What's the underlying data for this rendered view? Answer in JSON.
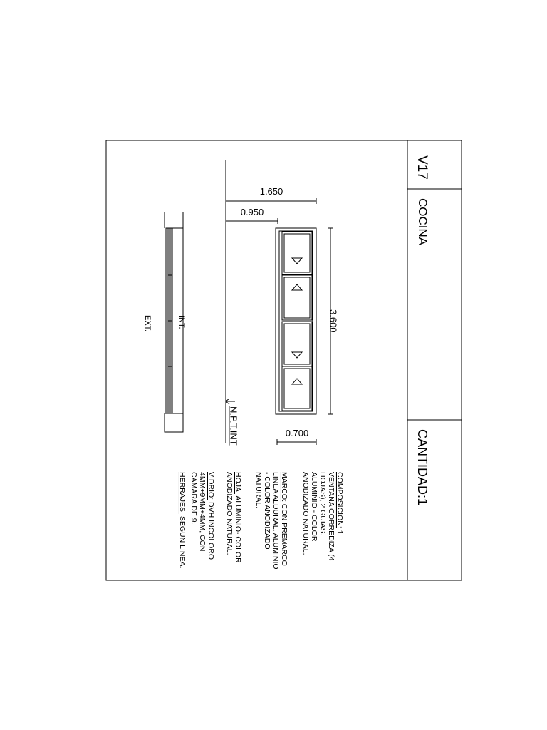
{
  "title_block": {
    "code": "V17",
    "room": "COCINA",
    "quantity": "CANTIDAD:1"
  },
  "section": {
    "interior_label": "INT.",
    "exterior_label": "EXT."
  },
  "elevation": {
    "dim_total_width": "1.650",
    "dim_sill_height": "0.950",
    "dim_length": "3.600",
    "dim_depth": "0.700",
    "floor_level_label": "N.P.T.INT"
  },
  "specs": {
    "composicion": {
      "label": "COMPOSICION:",
      "lines": [
        " 1",
        "VENTANA CORREDIZA (4",
        "HOJAS), 2 GUIAS.",
        "ALUMINIO - COLOR",
        "ANODIZADO NATURAL."
      ]
    },
    "marco": {
      "label": "MARCO:",
      "lines": [
        " CON PREMARCO",
        "LINEA ALDURAL. ALUMINIO",
        "- COLOR ANODIZADO",
        "NATURAL."
      ]
    },
    "hoja": {
      "label": "HOJA:",
      "lines": [
        " ALUMINIO- COLOR",
        "ANODIZADO NATURAL."
      ]
    },
    "vidrio": {
      "label": "VIDRIO:",
      "lines": [
        " DVH INCOLORO",
        "4MM+9MM+4MM, CON",
        "CAMARA DE 9."
      ]
    },
    "herrajes": {
      "label": "HERRAJES:",
      "lines": [
        " SEGUN LINEA."
      ]
    }
  }
}
